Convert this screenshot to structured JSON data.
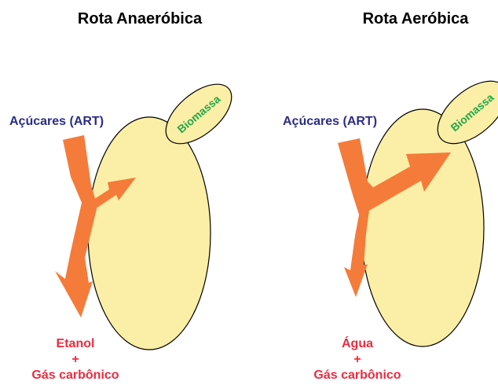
{
  "colors": {
    "cell_fill": "#fbeea6",
    "cell_stroke": "#000000",
    "arrow": "#f57b3a",
    "input_text": "#2c2c8a",
    "biomass_text": "#1fa84a",
    "product_text": "#ee2b3f"
  },
  "panels": [
    {
      "title": "Rota Anaeróbica",
      "input_label": "Açúcares (ART)",
      "biomass_label": "Biomassa",
      "product_line1": "Etanol",
      "product_plus": "+",
      "product_line2": "Gás carbônico"
    },
    {
      "title": "Rota Aeróbica",
      "input_label": "Açúcares (ART)",
      "biomass_label": "Biomassa",
      "product_line1": "Água",
      "product_plus": "+",
      "product_line2": "Gás carbônico"
    }
  ]
}
